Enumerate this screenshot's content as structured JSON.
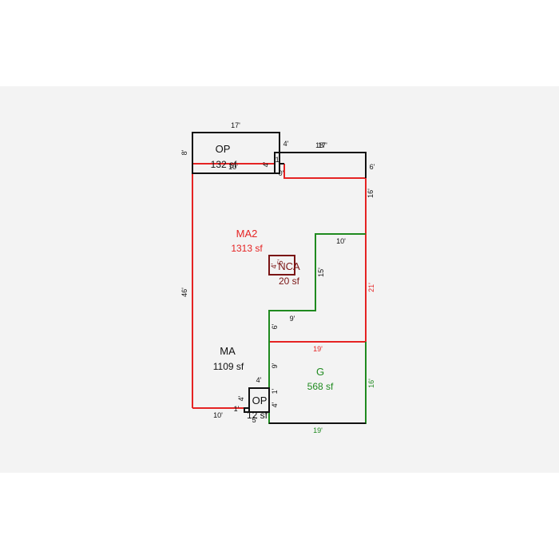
{
  "colors": {
    "black": "#111111",
    "red": "#e52323",
    "green": "#1f8a1f",
    "maroon": "#7a1414",
    "background": "#f3f3f3"
  },
  "areas": {
    "op_top": {
      "name": "OP",
      "size": "132 sf"
    },
    "ma2": {
      "name": "MA2",
      "size": "1313 sf"
    },
    "nca": {
      "name": "NCA",
      "size": "20 sf"
    },
    "ma": {
      "name": "MA",
      "size": "1109 sf"
    },
    "garage": {
      "name": "G",
      "size": "568 sf"
    },
    "op_bottom": {
      "name": "OP",
      "size": "12 sf"
    }
  },
  "dims": {
    "op_top_width": "17'",
    "op_top_height": "8'",
    "op_top_inner": "10'",
    "notch_top_a": "4'",
    "notch_top_b": "18'",
    "notch_top_c": "17'",
    "notch_right": "6'",
    "notch_small_a": "1'",
    "notch_small_b": "4'",
    "notch_zero": "0'",
    "ma2_right": "16'",
    "ma_left": "46'",
    "garage_top": "10'",
    "garage_step_v": "15'",
    "garage_step_h": "9'",
    "garage_step_v2": "6'",
    "ma2_right_lower": "21'",
    "ma_garage_shared": "19'",
    "garage_left_a": "9'",
    "garage_right": "16'",
    "garage_bottom": "19'",
    "op_bottom_top": "4'",
    "op_bottom_left": "4'",
    "op_bottom_right_a": "1'",
    "op_bottom_right_b": "4'",
    "ma_bottom": "10'",
    "ma_bottom_small": "1'",
    "op_bottom_small": "5'",
    "nca_small_a": "4'",
    "nca_small_b": "5'"
  }
}
